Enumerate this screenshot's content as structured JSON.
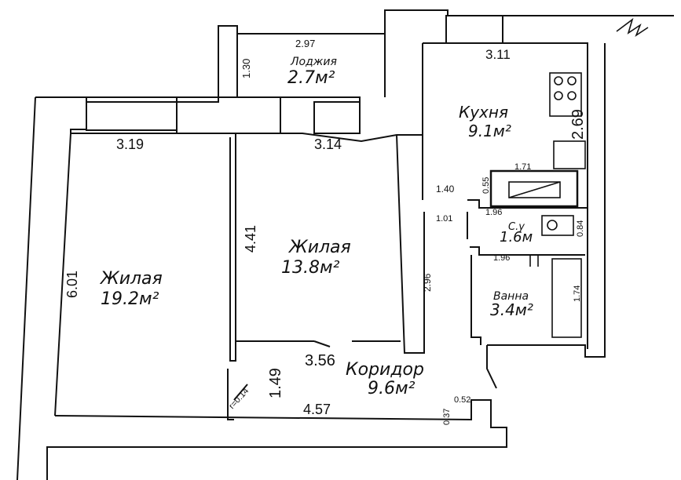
{
  "rooms": {
    "living_large": {
      "name": "Жилая",
      "area": "19.2м²"
    },
    "living_small": {
      "name": "Жилая",
      "area": "13.8м²"
    },
    "kitchen": {
      "name": "Кухня",
      "area": "9.1м²"
    },
    "loggia": {
      "name": "Лоджия",
      "area": "2.7м²"
    },
    "wc": {
      "name": "С.у",
      "area": "1.6м"
    },
    "bath": {
      "name": "Ванна",
      "area": "3.4м²"
    },
    "corridor": {
      "name": "Коридор",
      "area": "9.6м²"
    }
  },
  "dimensions": {
    "d_297": "2.97",
    "d_130": "1.30",
    "d_311": "3.11",
    "d_269": "2.69",
    "d_319": "3.19",
    "d_314": "3.14",
    "d_171": "1.71",
    "d_055": "0.55",
    "d_140": "1.40",
    "d_101": "1.01",
    "d_196a": "1.96",
    "d_084": "0.84",
    "d_196b": "1.96",
    "d_174": "1.74",
    "d_601": "6.01",
    "d_441": "4.41",
    "d_296": "2.96",
    "d_356": "3.56",
    "d_149": "1.49",
    "d_014": "r=0.14",
    "d_457": "4.57",
    "d_037": "0.37",
    "d_052": "0.52"
  },
  "colors": {
    "ink": "#111111",
    "paper": "#ffffff"
  }
}
